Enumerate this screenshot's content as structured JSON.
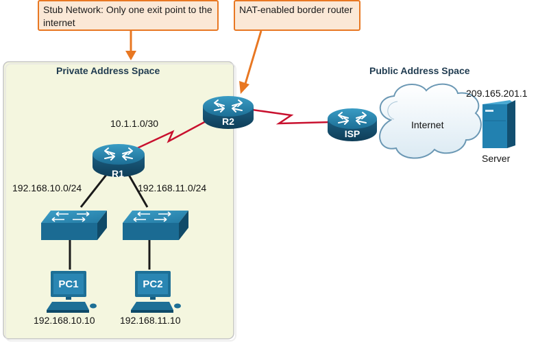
{
  "callouts": {
    "stub": "Stub Network: Only one exit point to the internet",
    "nat": "NAT-enabled border router"
  },
  "regions": {
    "private": "Private Address Space",
    "public": "Public Address Space"
  },
  "devices": {
    "r1": "R1",
    "r2": "R2",
    "isp": "ISP",
    "pc1": "PC1",
    "pc2": "PC2",
    "server": "Server",
    "cloud": "Internet"
  },
  "addresses": {
    "r1_r2_link": "10.1.1.0/30",
    "lan1": "192.168.10.0/24",
    "lan2": "192.168.11.0/24",
    "pc1": "192.168.10.10",
    "pc2": "192.168.11.10",
    "server": "209.165.201.1"
  },
  "colors": {
    "private_bg": "#f4f6df",
    "callout_border": "#e87722",
    "callout_bg": "#fbe8d6",
    "device_blue": "#1a6a8e",
    "serial_link": "#c8102e",
    "ethernet_link": "#1a1a1a",
    "arrow": "#e87722"
  }
}
